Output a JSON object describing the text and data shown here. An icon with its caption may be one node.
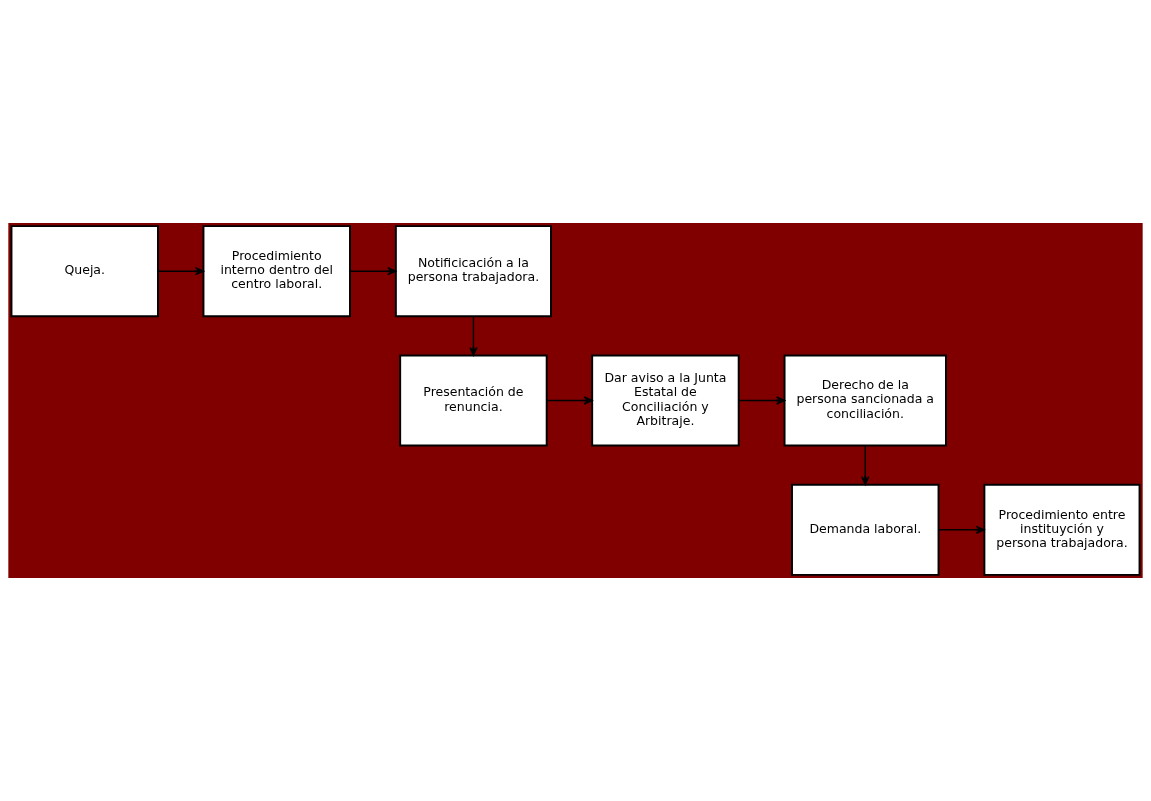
{
  "diagram": {
    "nodes": [
      {
        "text": [
          "Queja."
        ]
      },
      {
        "text": [
          "Procedimiento interno dentro del centro laboral."
        ]
      },
      {
        "text": [
          "Notificicación a la persona trabajadora."
        ]
      },
      {
        "text": [
          "Presentación de renuncia."
        ]
      },
      {
        "text": [
          "Dar aviso a la Junta Estatal de Conciliación y Arbitraje."
        ]
      },
      {
        "text": [
          "Derecho de la persona sancionada a conciliación."
        ]
      },
      {
        "text": [
          "Demanda laboral."
        ]
      },
      {
        "text": [
          "Procedimiento entre instituyción y persona trabajadora."
        ]
      }
    ],
    "edges": [
      {
        "from": 0,
        "to": 1,
        "arrow": "to"
      },
      {
        "from": 1,
        "to": 2,
        "arrow": "to"
      },
      {
        "from": 2,
        "to": 3,
        "arrow": "to"
      },
      {
        "from": 3,
        "to": 4,
        "arrow": "to"
      },
      {
        "from": 4,
        "to": 5,
        "arrow": "to"
      },
      {
        "from": 5,
        "to": 6,
        "arrow": "to"
      },
      {
        "from": 6,
        "to": 7,
        "arrow": "to"
      }
    ]
  }
}
